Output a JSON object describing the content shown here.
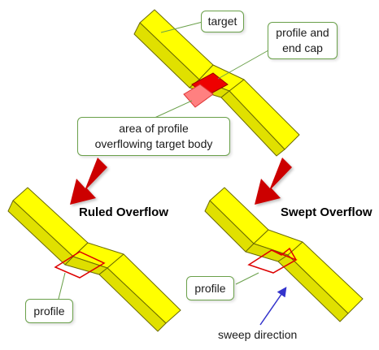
{
  "callouts": {
    "target": "target",
    "profile_end_cap_line1": "profile and",
    "profile_end_cap_line2": "end cap",
    "overflow_area_line1": "area of profile",
    "overflow_area_line2": "overflowing target body",
    "profile_left": "profile",
    "profile_right": "profile"
  },
  "headings": {
    "ruled": "Ruled Overflow",
    "swept": "Swept Overflow"
  },
  "labels": {
    "sweep_direction": "sweep direction"
  },
  "colors": {
    "body_fill": "#ffff00",
    "body_stroke": "#6b6b00",
    "end_cap": "#ee0000",
    "overflow_area": "#ff8080",
    "big_arrow": "#cc0000",
    "callout_border": "#6aa04a",
    "sweep_arrow": "#3333cc"
  }
}
